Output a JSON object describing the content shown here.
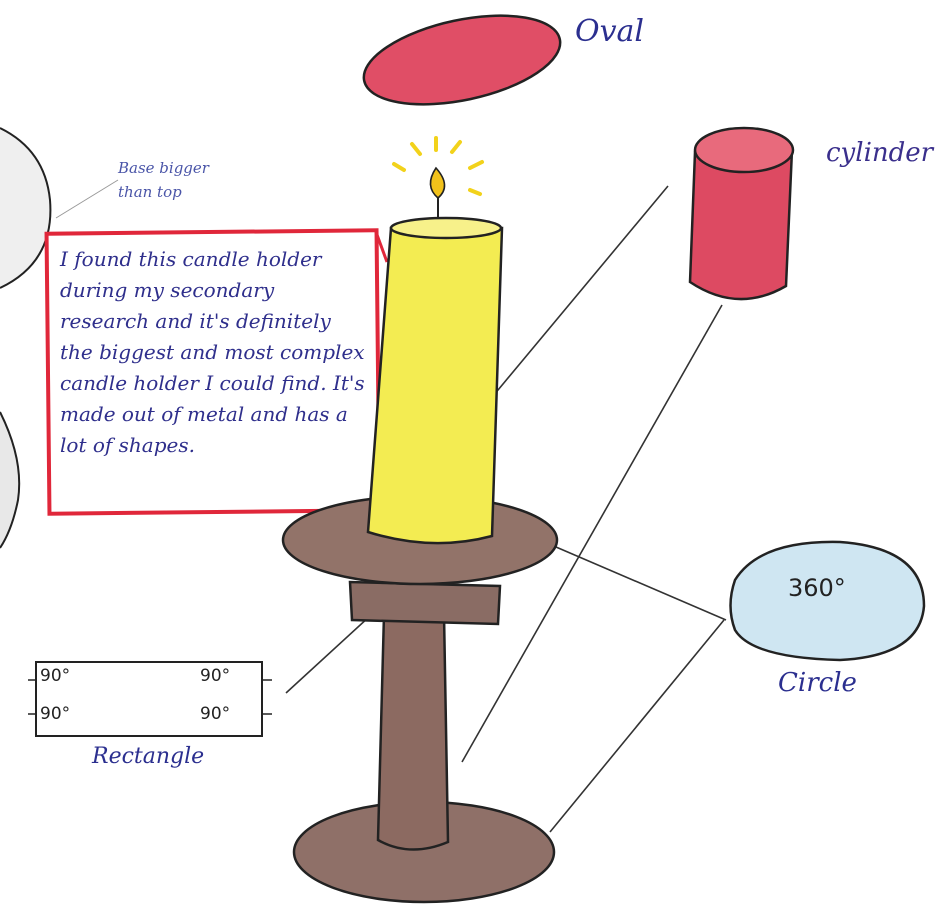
{
  "drawing": {
    "labels": {
      "oval": "Oval",
      "cylinder": "cylinder",
      "circle": "Circle",
      "rectangle": "Rectangle",
      "circle_degrees": "360°"
    },
    "base_note": "Base bigger\nthan top",
    "description_note": "I found this candle holder during my secondary research and it's definitely the biggest and most complex candle holder I could find. It's made out of metal and has a lot of shapes.",
    "rectangle_angles": {
      "top_left": "90°",
      "top_right": "90°",
      "bottom_left": "90°",
      "bottom_right": "90°"
    }
  },
  "colors": {
    "candle": "#f3ec52",
    "flame": "#f2c21b",
    "holder": "#8f7068",
    "oval_fill": "#e04e66",
    "cylinder_fill": "#dd4a62",
    "circle_fill": "#cfe6f2",
    "note_border": "#e0273a",
    "ink": "#2b2f8f"
  }
}
